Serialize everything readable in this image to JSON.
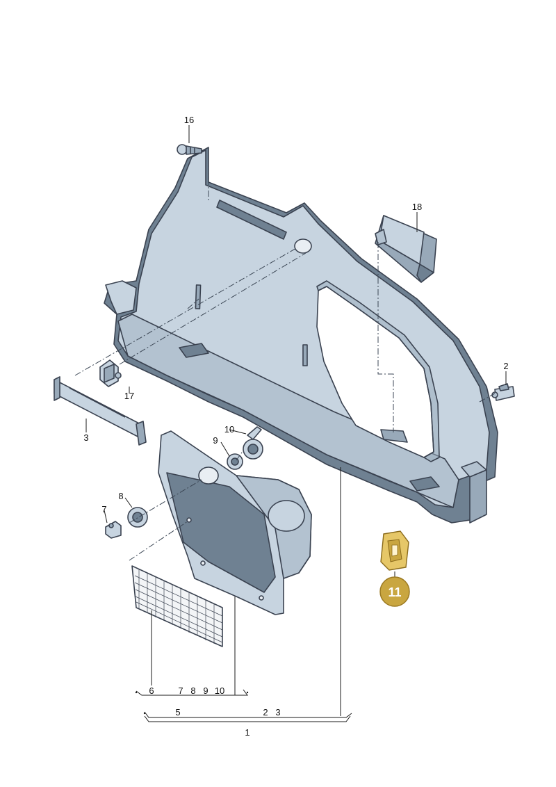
{
  "callouts": {
    "p16": "16",
    "p18": "18",
    "p2": "2",
    "p17": "17",
    "p3": "3",
    "p10": "10",
    "p9": "9",
    "p8": "8",
    "p7": "7",
    "p11": "11"
  },
  "assembly_brackets": {
    "row1": {
      "a": "6",
      "b": "7",
      "c": "8",
      "d": "9",
      "e": "10"
    },
    "row2": {
      "a": "5",
      "b": "2",
      "c": "3"
    },
    "row3": {
      "a": "1"
    }
  },
  "colors": {
    "highlight_badge": "#c9a640",
    "highlight_part": "#e6c768",
    "panel": "#c7d4e0"
  }
}
